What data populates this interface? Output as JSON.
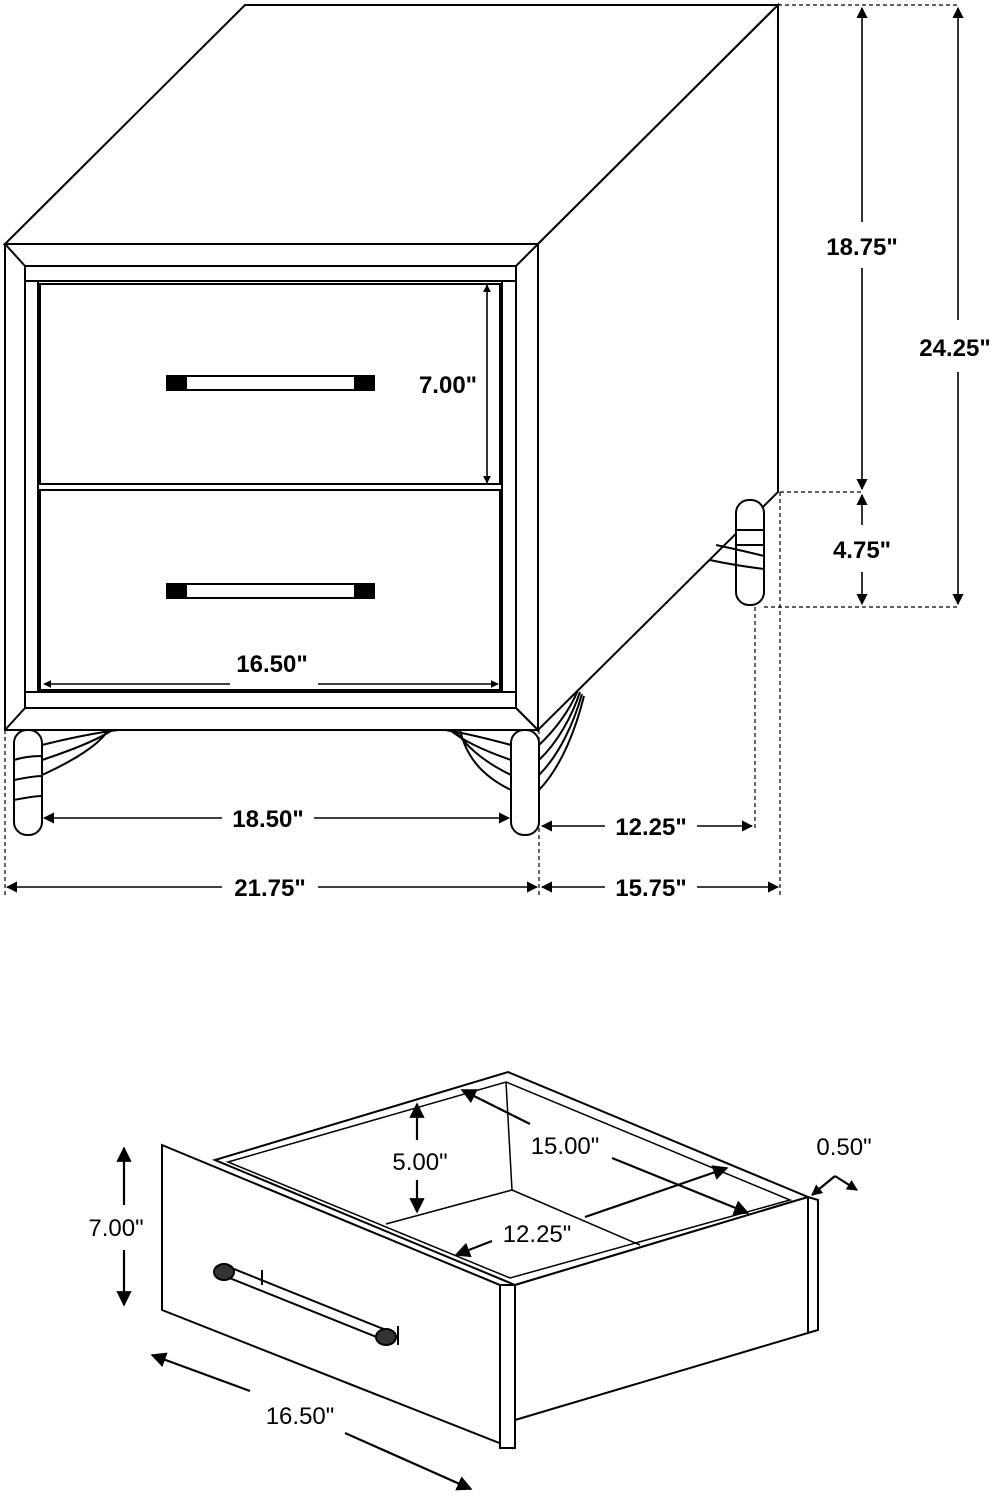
{
  "nightstand": {
    "dimensions": {
      "total_height": "24.25\"",
      "case_height": "18.75\"",
      "leg_height": "4.75\"",
      "drawer_front_height": "7.00\"",
      "drawer_inner_width": "16.50\"",
      "leg_span_width": "18.50\"",
      "overall_width": "21.75\"",
      "leg_span_depth": "12.25\"",
      "overall_depth": "15.75\""
    }
  },
  "drawer": {
    "dimensions": {
      "front_height": "7.00\"",
      "inner_height": "5.00\"",
      "inner_depth": "15.00\"",
      "side_thickness": "0.50\"",
      "inner_width": "12.25\"",
      "front_width": "16.50\""
    }
  }
}
